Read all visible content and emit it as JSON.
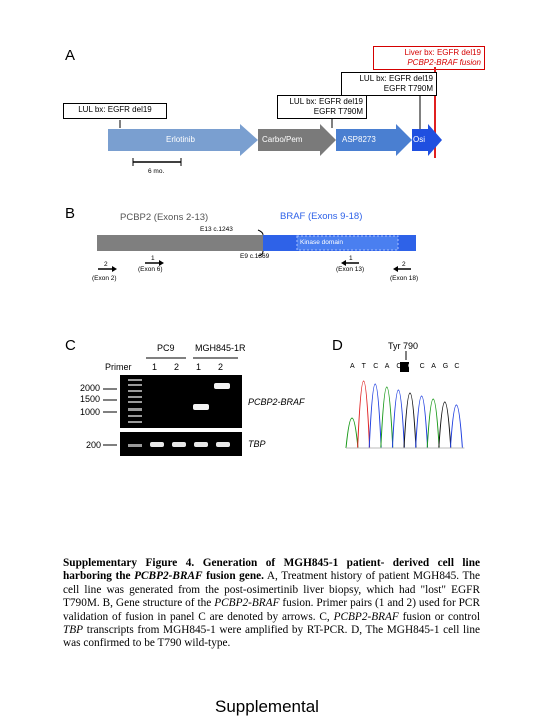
{
  "colors": {
    "erlotinib_arrow": "#7a9fd0",
    "carbo_arrow": "#7a7a7a",
    "asp_arrow": "#4a7fd1",
    "osi_arrow": "#1f4fe0",
    "fusion_line": "#e02020",
    "pcbp2_bar": "#7f7f7f",
    "braf_bar": "#2e62e8",
    "kinase_fill": "#4a7ff0",
    "gel_bg": "#000000"
  },
  "panel_a": {
    "label": "A",
    "box_liver": {
      "line1": "Liver bx: EGFR del19",
      "line2": "PCBP2-BRAF fusion"
    },
    "box_lul1": {
      "line1": "LUL bx: EGFR del19",
      "line2": "EGFR T790M"
    },
    "box_lul2": {
      "line1": "LUL bx: EGFR del19",
      "line2": "EGFR T790M"
    },
    "box_lul0": {
      "line1": "LUL bx: EGFR del19"
    },
    "treatments": {
      "erlotinib": "Erlotinib",
      "carbopem": "Carbo/Pem",
      "asp": "ASP8273",
      "osi": "Osi"
    },
    "scale_label": "6 mo."
  },
  "panel_b": {
    "label": "B",
    "pcbp2_title": "PCBP2 (Exons 2-13)",
    "braf_title": "BRAF (Exons 9-18)",
    "junction_top": "E13 c.1243",
    "kinase_label": "Kinase domain",
    "junction_bottom": "E9 c.1369",
    "primers": [
      {
        "num": "2",
        "exon": "(Exon 2)"
      },
      {
        "num": "1",
        "exon": "(Exon 6)"
      },
      {
        "num": "1",
        "exon": "(Exon 13)"
      },
      {
        "num": "2",
        "exon": "(Exon 18)"
      }
    ]
  },
  "panel_c": {
    "label": "C",
    "group1": "PC9",
    "group2": "MGH845-1R",
    "primer_label": "Primer",
    "lanes": [
      "1",
      "2",
      "1",
      "2"
    ],
    "ladder": [
      "2000",
      "1500",
      "1000",
      "200"
    ],
    "top_band_label": "PCBP2-BRAF",
    "bottom_band_label": "TBP"
  },
  "panel_d": {
    "label": "D",
    "title": "Tyr 790",
    "bases": [
      "A",
      "T",
      "C",
      "A",
      "C",
      "G",
      "C",
      "A",
      "G",
      "C"
    ],
    "highlight_index": 5
  },
  "caption": {
    "bold_part1": "Supplementary Figure 4. Generation of MGH845-1 patient- derived cell line harboring the ",
    "bold_italic": "PCBP2-BRAF",
    "bold_part2": " fusion gene.",
    "text1": " A, Treatment history of patient MGH845. The cell line was generated from the post-osimertinib liver biopsy, which had \"lost\" EGFR T790M. B, Gene structure of the ",
    "italic1": "PCBP2-BRAF",
    "text2": " fusion. Primer pairs (1 and 2) used for PCR validation of fusion in panel C are denoted by arrows. C, ",
    "italic2": "PCBP2-BRAF",
    "text3": " fusion or control ",
    "italic3": "TBP",
    "text4": " transcripts from MGH845-1 were amplified by RT-PCR. D, The MGH845-1 cell line was confirmed to be T790 wild-type."
  },
  "footer": "Supplemental"
}
